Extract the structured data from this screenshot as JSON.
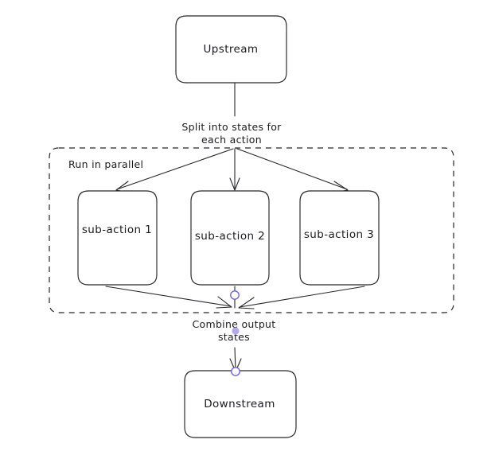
{
  "diagram": {
    "title": "Parallel sub-action fan-out and fan-in flow",
    "background": "#ffffff",
    "stroke_color": "#26262b",
    "accent_color": "#6a6ad6",
    "accent_fill_color": "#b4aae8",
    "nodes": {
      "upstream": {
        "label": "Upstream"
      },
      "sub_action_1": {
        "label": "sub-action 1"
      },
      "sub_action_2": {
        "label": "sub-action 2"
      },
      "sub_action_3": {
        "label": "sub-action 3"
      },
      "downstream": {
        "label": "Downstream"
      }
    },
    "group": {
      "label": "Run in parallel",
      "style": "dashed"
    },
    "edge_labels": {
      "split": {
        "line1": "Split into states for",
        "line2": "each action"
      },
      "combine": {
        "line1": "Combine output",
        "line2": "states"
      }
    },
    "ports": [
      {
        "name": "merge-port",
        "type": "ring"
      },
      {
        "name": "combine-marker",
        "type": "dot"
      },
      {
        "name": "downstream-input-port",
        "type": "ring"
      }
    ]
  }
}
